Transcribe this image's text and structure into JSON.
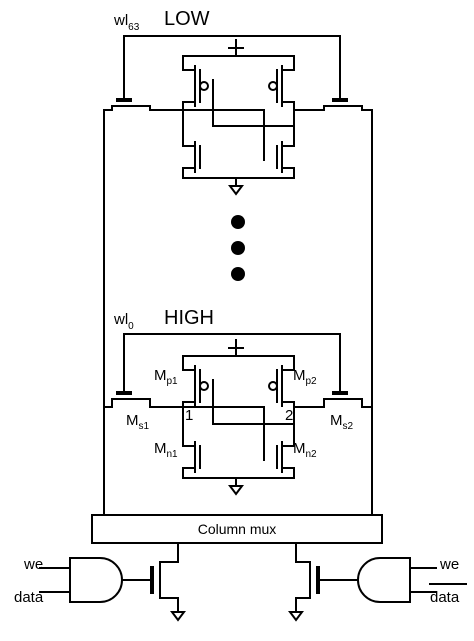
{
  "top_cell": {
    "wordline": "wl",
    "wordline_index": "63",
    "state": "LOW"
  },
  "bottom_cell": {
    "wordline": "wl",
    "wordline_index": "0",
    "state": "HIGH",
    "node_left": "1",
    "node_right": "2",
    "mp1": {
      "base": "M",
      "sub": "p1"
    },
    "mp2": {
      "base": "M",
      "sub": "p2"
    },
    "mn1": {
      "base": "M",
      "sub": "n1"
    },
    "mn2": {
      "base": "M",
      "sub": "n2"
    },
    "ms1": {
      "base": "M",
      "sub": "s1"
    },
    "ms2": {
      "base": "M",
      "sub": "s2"
    }
  },
  "column_mux_label": "Column mux",
  "write_driver_left": {
    "we": "we",
    "data": "data"
  },
  "write_driver_right": {
    "we": "we",
    "data": "data",
    "data_inverted": true
  }
}
